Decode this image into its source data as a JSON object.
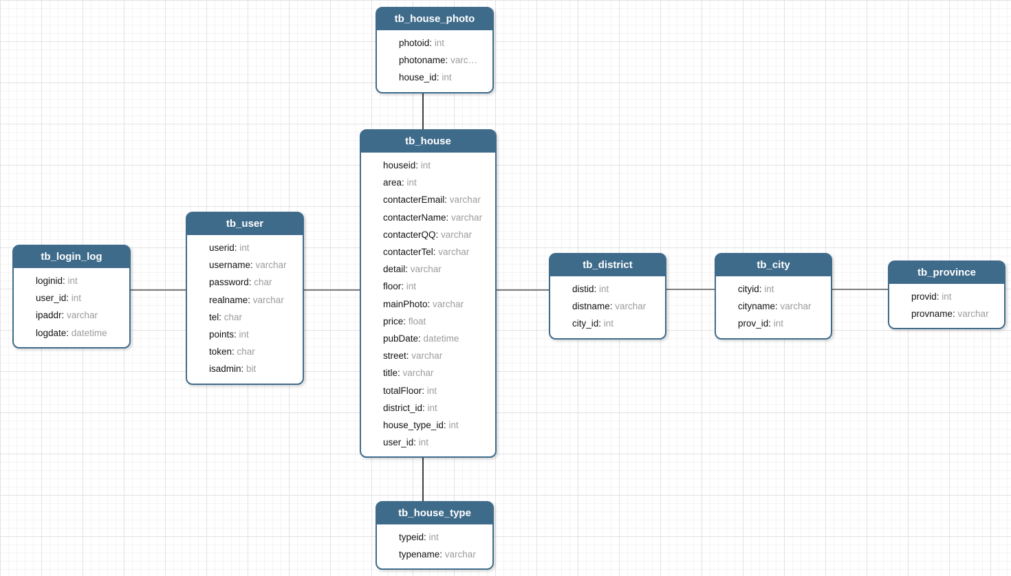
{
  "diagram": {
    "colors": {
      "header_bg": "#3f6b8b",
      "entity_border": "#3f6b8b",
      "header_text": "#ffffff",
      "field_name_text": "#111111",
      "field_type_text": "#9b9b9b",
      "connector_horizontal": "#7c7c7c",
      "connector_vertical": "#3d3d3d",
      "grid_minor": "#f4f4f6",
      "grid_major": "#e2e2e5"
    },
    "tables": [
      {
        "title": "tb_house_photo",
        "fields": [
          {
            "name": "photoid",
            "type": "int"
          },
          {
            "name": "photoname",
            "type": "varc…"
          },
          {
            "name": "house_id",
            "type": "int"
          }
        ]
      },
      {
        "title": "tb_house",
        "fields": [
          {
            "name": "houseid",
            "type": "int"
          },
          {
            "name": "area",
            "type": "int"
          },
          {
            "name": "contacterEmail",
            "type": "varchar"
          },
          {
            "name": "contacterName",
            "type": "varchar"
          },
          {
            "name": "contacterQQ",
            "type": "varchar"
          },
          {
            "name": "contacterTel",
            "type": "varchar"
          },
          {
            "name": "detail",
            "type": "varchar"
          },
          {
            "name": "floor",
            "type": "int"
          },
          {
            "name": "mainPhoto",
            "type": "varchar"
          },
          {
            "name": "price",
            "type": "float"
          },
          {
            "name": "pubDate",
            "type": "datetime"
          },
          {
            "name": "street",
            "type": "varchar"
          },
          {
            "name": "title",
            "type": "varchar"
          },
          {
            "name": "totalFloor",
            "type": "int"
          },
          {
            "name": "district_id",
            "type": "int"
          },
          {
            "name": "house_type_id",
            "type": "int"
          },
          {
            "name": "user_id",
            "type": "int"
          }
        ]
      },
      {
        "title": "tb_user",
        "fields": [
          {
            "name": "userid",
            "type": "int"
          },
          {
            "name": "username",
            "type": "varchar"
          },
          {
            "name": "password",
            "type": "char"
          },
          {
            "name": "realname",
            "type": "varchar"
          },
          {
            "name": "tel",
            "type": "char"
          },
          {
            "name": "points",
            "type": "int"
          },
          {
            "name": "token",
            "type": "char"
          },
          {
            "name": "isadmin",
            "type": "bit"
          }
        ]
      },
      {
        "title": "tb_login_log",
        "fields": [
          {
            "name": "loginid",
            "type": "int"
          },
          {
            "name": "user_id",
            "type": "int"
          },
          {
            "name": "ipaddr",
            "type": "varchar"
          },
          {
            "name": "logdate",
            "type": "datetime"
          }
        ]
      },
      {
        "title": "tb_district",
        "fields": [
          {
            "name": "distid",
            "type": "int"
          },
          {
            "name": "distname",
            "type": "varchar"
          },
          {
            "name": "city_id",
            "type": "int"
          }
        ]
      },
      {
        "title": "tb_city",
        "fields": [
          {
            "name": "cityid",
            "type": "int"
          },
          {
            "name": "cityname",
            "type": "varchar"
          },
          {
            "name": "prov_id",
            "type": "int"
          }
        ]
      },
      {
        "title": "tb_province",
        "fields": [
          {
            "name": "provid",
            "type": "int"
          },
          {
            "name": "provname",
            "type": "varchar"
          }
        ]
      },
      {
        "title": "tb_house_type",
        "fields": [
          {
            "name": "typeid",
            "type": "int"
          },
          {
            "name": "typename",
            "type": "varchar"
          }
        ]
      }
    ],
    "relationships": [
      {
        "from": "tb_house_photo",
        "to": "tb_house",
        "orientation": "vertical"
      },
      {
        "from": "tb_house",
        "to": "tb_house_type",
        "orientation": "vertical"
      },
      {
        "from": "tb_login_log",
        "to": "tb_user",
        "orientation": "horizontal"
      },
      {
        "from": "tb_user",
        "to": "tb_house",
        "orientation": "horizontal"
      },
      {
        "from": "tb_house",
        "to": "tb_district",
        "orientation": "horizontal"
      },
      {
        "from": "tb_district",
        "to": "tb_city",
        "orientation": "horizontal"
      },
      {
        "from": "tb_city",
        "to": "tb_province",
        "orientation": "horizontal"
      }
    ]
  }
}
